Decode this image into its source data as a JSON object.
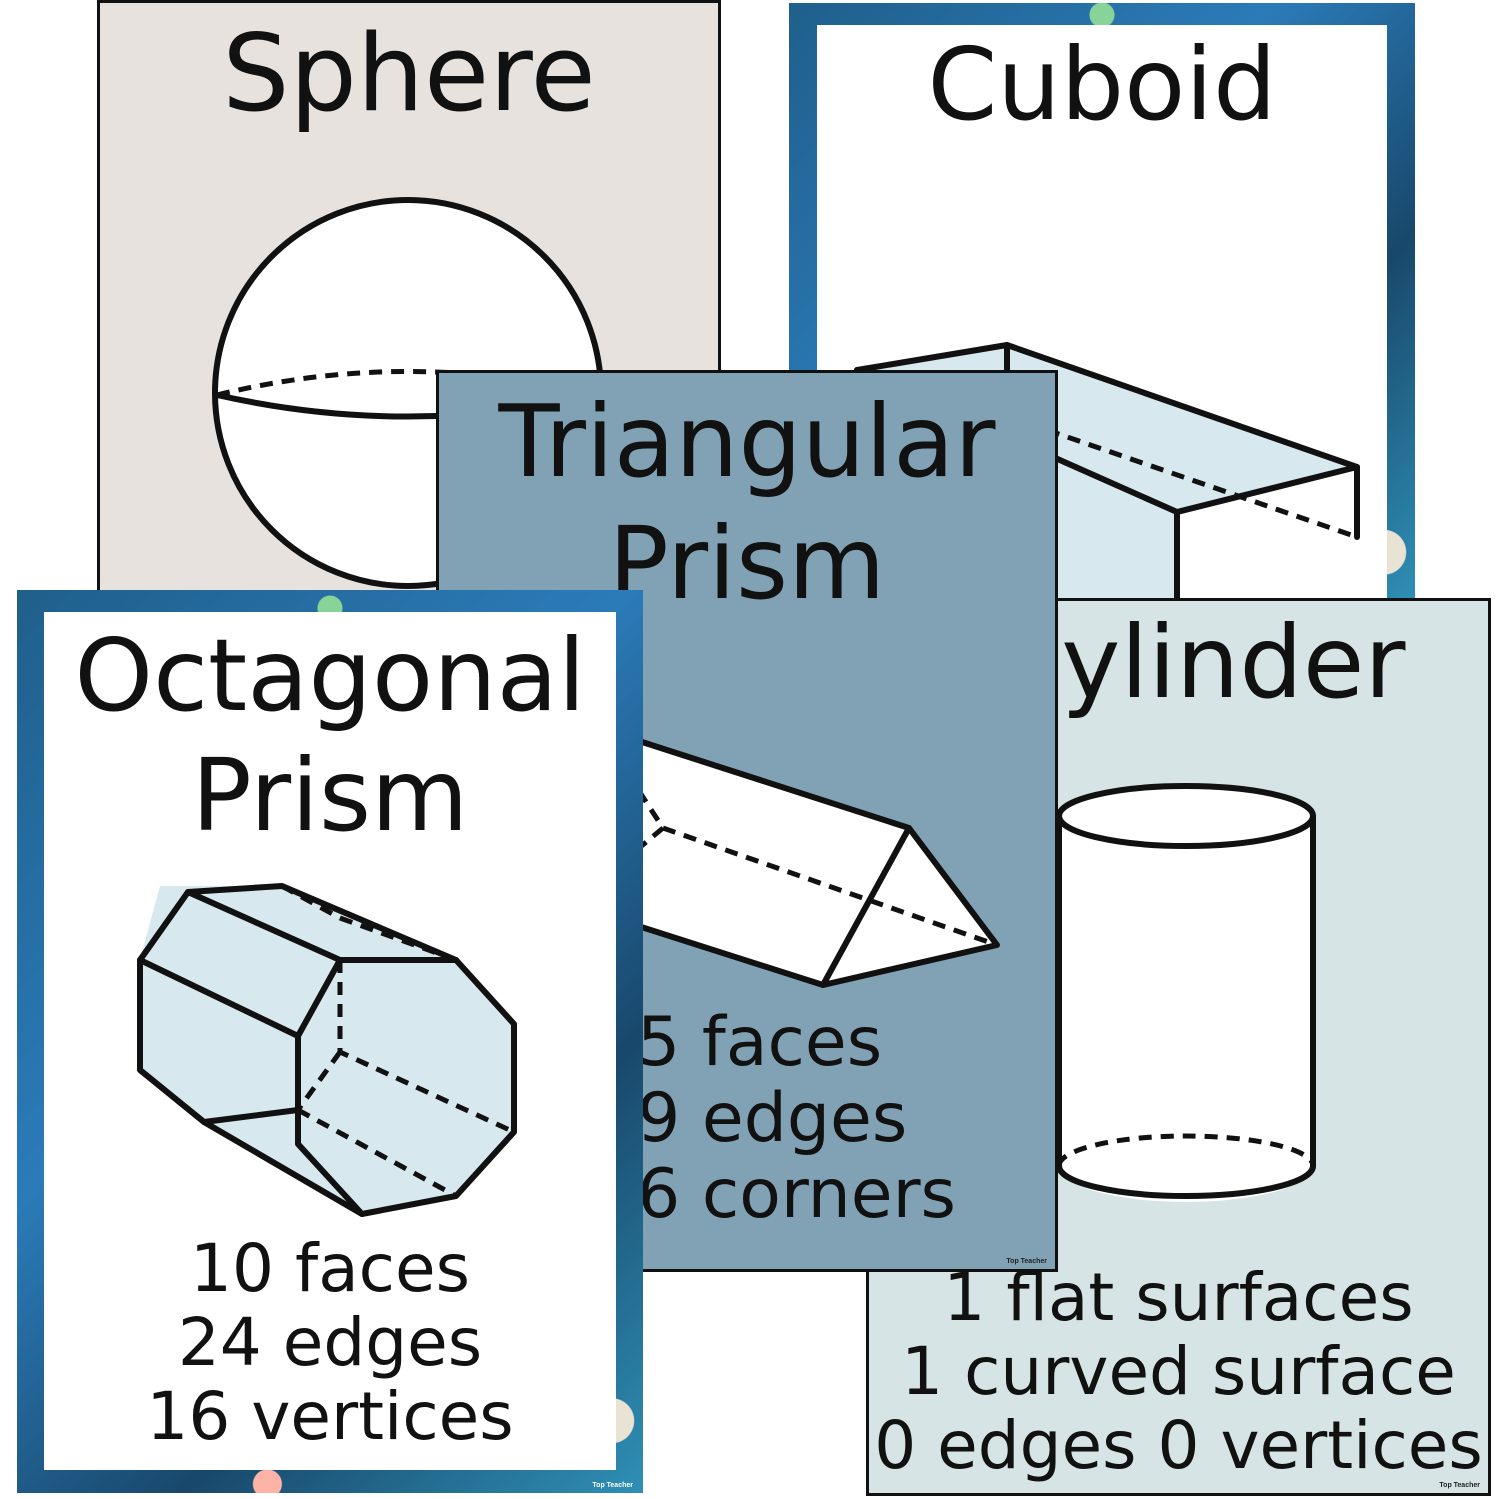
{
  "colors": {
    "sphere_bg": "#e8e2df",
    "prism_bg": "#81a2b4",
    "cylinder_bg": "#d6e4e6",
    "shape_fill": "#d7e8ee",
    "outline": "#111111"
  },
  "cards": {
    "sphere": {
      "title": [
        "Sphere"
      ]
    },
    "cuboid": {
      "title": [
        "Cuboid"
      ]
    },
    "triangular_prism": {
      "title": [
        "Triangular",
        "Prism"
      ],
      "facts": [
        "5 faces",
        "9 edges",
        "6 corners"
      ],
      "brand": "Top Teacher"
    },
    "cylinder": {
      "title": [
        "Cylinder"
      ],
      "facts": [
        "1 flat surfaces",
        "1 curved surface",
        "0 edges 0 vertices"
      ],
      "brand": "Top Teacher"
    },
    "octagonal_prism": {
      "title": [
        "Octagonal",
        "Prism"
      ],
      "facts": [
        "10 faces",
        "24 edges",
        "16 vertices"
      ],
      "brand": "Top Teacher"
    }
  }
}
